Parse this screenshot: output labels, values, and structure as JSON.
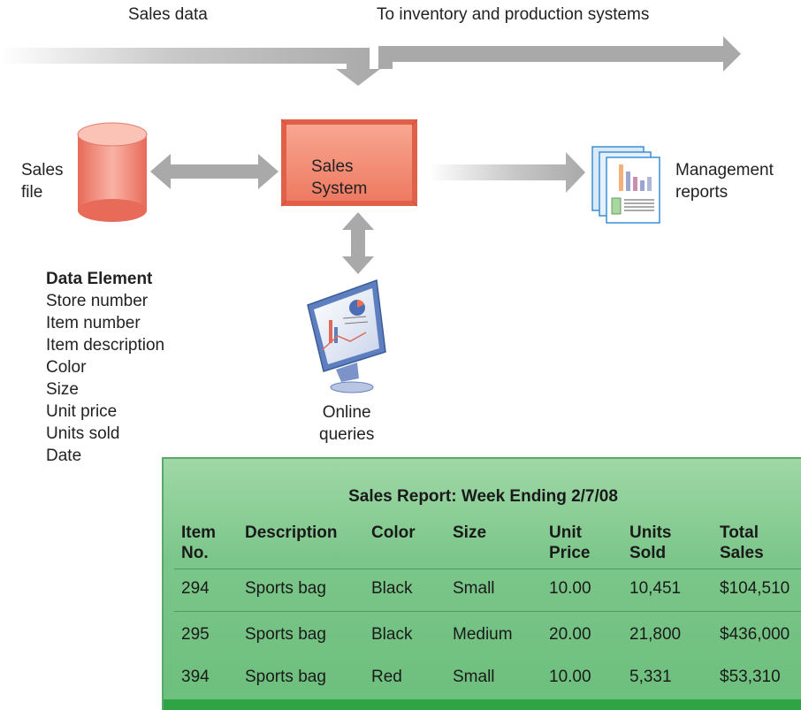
{
  "flow_labels": {
    "sales_data": "Sales data",
    "to_inventory": "To inventory and production systems"
  },
  "sales_file_label": "Sales\nfile",
  "sales_system_label": "Sales\nSystem",
  "management_reports_label": "Management\nreports",
  "online_queries_label": "Online\nqueries",
  "data_element": {
    "title": "Data Element",
    "items": [
      "Store number",
      "Item number",
      "Item description",
      "Color",
      "Size",
      "Unit price",
      "Units sold",
      "Date"
    ]
  },
  "report": {
    "title": "Sales Report: Week Ending 2/7/08",
    "headers": [
      "Item\nNo.",
      "Description",
      "Color",
      "Size",
      "Unit\nPrice",
      "Units\nSold",
      "Total\nSales"
    ],
    "rows": [
      [
        "294",
        "Sports bag",
        "Black",
        "Small",
        "10.00",
        "10,451",
        "$104,510"
      ],
      [
        "295",
        "Sports bag",
        "Black",
        "Medium",
        "20.00",
        "21,800",
        "$436,000"
      ],
      [
        "394",
        "Sports bag",
        "Red",
        "Small",
        "10.00",
        "5,331",
        "$53,310"
      ]
    ]
  },
  "colors": {
    "arrow": "#a9a9a9",
    "sales_system": "#f08a72",
    "cylinder": "#f48f7e",
    "report_bg": "#7cc68a",
    "report_bar": "#2fa444"
  }
}
